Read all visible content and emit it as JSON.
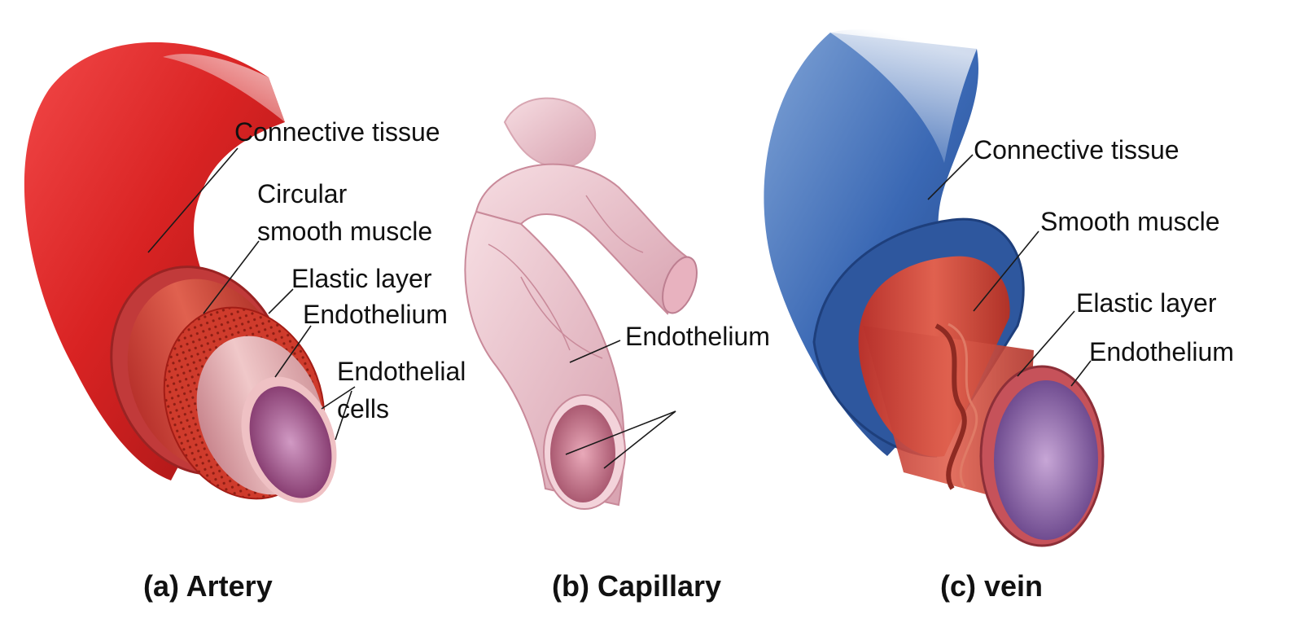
{
  "artery": {
    "caption": "(a) Artery",
    "labels": {
      "connective_tissue": "Connective tissue",
      "circular_line1": "Circular",
      "circular_line2": "smooth muscle",
      "elastic_layer": "Elastic layer",
      "endothelium": "Endothelium",
      "endothelial_line1": "Endothelial",
      "endothelial_line2": "cells"
    },
    "color": "#d42a2a"
  },
  "capillary": {
    "caption": "(b) Capillary",
    "labels": {
      "endothelium": "Endothelium"
    },
    "color": "#e8b4c0"
  },
  "vein": {
    "caption": "(c) vein",
    "labels": {
      "connective_tissue": "Connective tissue",
      "smooth_muscle": "Smooth muscle",
      "elastic_layer": "Elastic layer",
      "endothelium": "Endothelium"
    },
    "color": "#2f5fa8"
  }
}
